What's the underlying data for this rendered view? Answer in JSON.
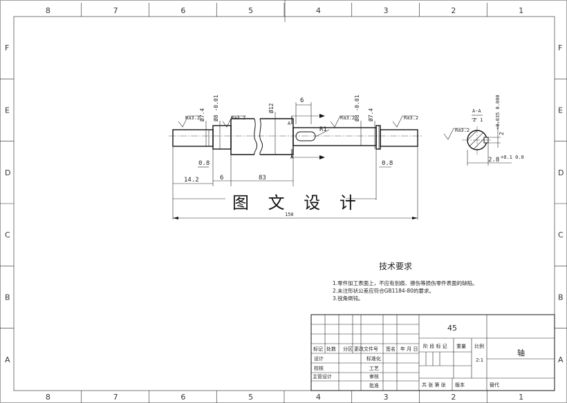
{
  "zones": {
    "columns": [
      "8",
      "7",
      "6",
      "5",
      "4",
      "3",
      "2",
      "1"
    ],
    "rows": [
      "F",
      "E",
      "D",
      "C",
      "B",
      "A"
    ]
  },
  "dims": {
    "d_left": "Ø7.4",
    "d_left2": "Ø8 -0.01",
    "d_mid": "Ø12",
    "d_right2": "Ø8 -0.01",
    "d_right": "Ø7.4",
    "keyway_width": "6",
    "radius": "R1",
    "len_shoulder_left": "0.8",
    "len_left": "14.2",
    "len_6": "6",
    "len_83": "83",
    "len_shoulder_right": "0.8",
    "len_total": "150",
    "section_depth": "2.8",
    "section_depth_tol": "+0.1 0.0",
    "section_width": "2",
    "section_width_tol": "+0.035 0.000"
  },
  "roughness": {
    "r1": "Ra3.2",
    "r2": "Ra3.2",
    "r3": "Ra3.2",
    "r4": "Ra3.2",
    "r5": "Ra3.2"
  },
  "section": {
    "label": "A-A",
    "fraction_top": "2",
    "fraction_bottom": "1",
    "cut_mark_top": "A",
    "cut_mark_bottom": "A"
  },
  "watermark": "图 文 设 计",
  "notes": {
    "title": "技术要求",
    "items": [
      "1.零件加工表面上，不应有划痕、擦伤等损伤零件表面的缺陷。",
      "2.未注形状公差应符合GB1184-80的要求。",
      "3.锐角倒钝。"
    ]
  },
  "title_block": {
    "material": "45",
    "part_name": "轴",
    "scale_value": "2:1",
    "stage_label": "阶 段 标 记",
    "weight_label": "重量",
    "scale_label": "比例",
    "header": [
      "标记",
      "处数",
      "分区",
      "更改文件号",
      "签名",
      "年 月 日"
    ],
    "roles": [
      "设计",
      "校核",
      "主管设计",
      "",
      "",
      ""
    ],
    "roles2": [
      "标准化",
      "工艺",
      "审核",
      "批准"
    ],
    "sheets": "共  张  第  张",
    "version": "版本",
    "replace": "替代"
  }
}
